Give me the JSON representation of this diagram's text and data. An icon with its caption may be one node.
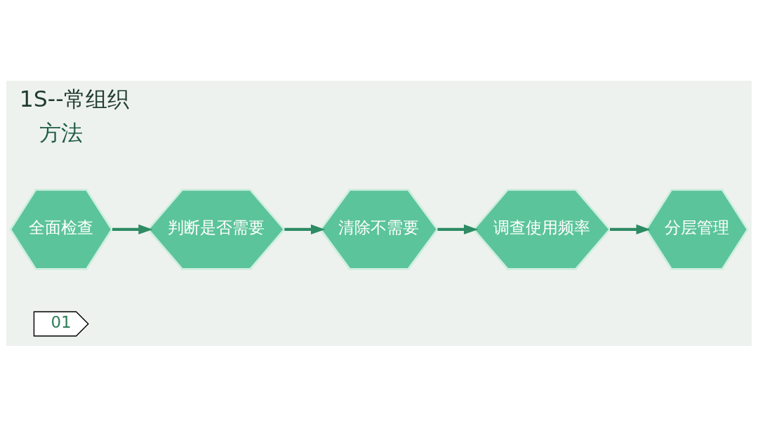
{
  "diagram": {
    "title": "1S--常组织",
    "nodes": [
      {
        "text": [
          "01"
        ]
      },
      {
        "text": [
          "全面检查"
        ]
      },
      {
        "text": [
          "判断是否需要"
        ]
      },
      {
        "text": [
          "清除不需要"
        ]
      },
      {
        "text": [
          "调查使用频率"
        ]
      },
      {
        "text": [
          "分层管理"
        ]
      }
    ],
    "edges": [
      {
        "from": 1,
        "to": 2,
        "arrow": "to"
      },
      {
        "from": 2,
        "to": 3,
        "arrow": "to"
      },
      {
        "from": 3,
        "to": 4,
        "arrow": "to"
      },
      {
        "from": 4,
        "to": 5,
        "arrow": "to"
      }
    ],
    "labels": [
      "方法"
    ]
  }
}
